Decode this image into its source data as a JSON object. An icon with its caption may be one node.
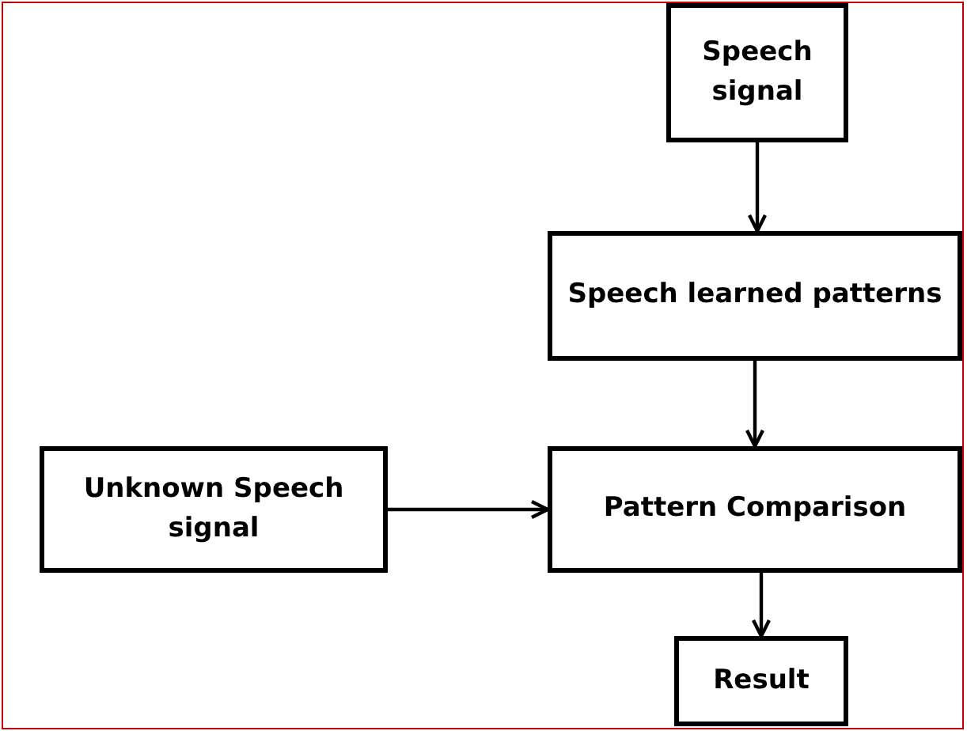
{
  "diagram": {
    "nodes": [
      {
        "text": [
          "Speech signal"
        ]
      },
      {
        "text": [
          "Speech learned patterns"
        ]
      },
      {
        "text": [
          "Unknown Speech signal"
        ]
      },
      {
        "text": [
          "Pattern Comparison"
        ]
      },
      {
        "text": [
          "Result"
        ]
      }
    ],
    "edges": [
      {
        "from": 0,
        "to": 1,
        "arrow": "to"
      },
      {
        "from": 1,
        "to": 3,
        "arrow": "to"
      },
      {
        "from": 2,
        "to": 3,
        "arrow": "to"
      },
      {
        "from": 3,
        "to": 4,
        "arrow": "to"
      }
    ]
  }
}
